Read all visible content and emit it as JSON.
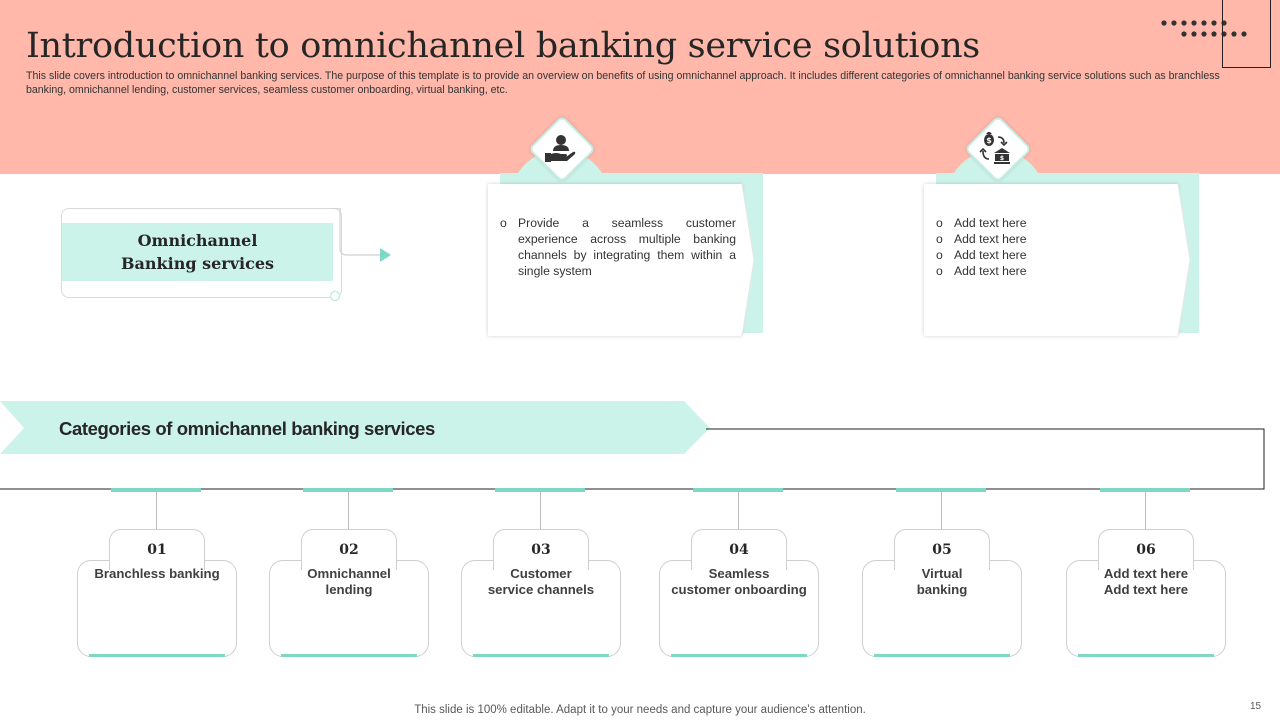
{
  "header": {
    "title": "Introduction to omnichannel banking service solutions",
    "subtitle": "This slide covers introduction to omnichannel banking services. The purpose of this template is to provide an overview on benefits of using omnichannel approach. It includes different categories of omnichannel banking service solutions such as branchless banking, omnichannel lending, customer services, seamless customer onboarding, virtual banking, etc."
  },
  "omnichannel_box": {
    "line1": "Omnichannel",
    "line2": "Banking services"
  },
  "cards": [
    {
      "icon": "hand-holding-person-icon",
      "bullet": "o",
      "items": [
        "Provide a seamless customer experience across multiple banking channels by integrating them within a single system"
      ]
    },
    {
      "icon": "money-exchange-bank-icon",
      "bullet": "o",
      "items": [
        "Add text here",
        "Add text here",
        "Add text here",
        "Add text here"
      ]
    }
  ],
  "categories_banner": {
    "label": "Categories of omnichannel banking services"
  },
  "categories": [
    {
      "number": "01",
      "line1": "Branchless banking",
      "line2": ""
    },
    {
      "number": "02",
      "line1": "Omnichannel",
      "line2": "lending"
    },
    {
      "number": "03",
      "line1": "Customer",
      "line2": "service channels"
    },
    {
      "number": "04",
      "line1": "Seamless",
      "line2": "customer onboarding"
    },
    {
      "number": "05",
      "line1": "Virtual",
      "line2": "banking"
    },
    {
      "number": "06",
      "line1": "Add text here",
      "line2": "Add text here"
    }
  ],
  "footer": {
    "text": "This slide is 100% editable. Adapt it to your needs and capture your audience's attention.",
    "page_number": "15"
  },
  "colors": {
    "header_bg": "#ffb8aa",
    "mint": "#ccf3ea",
    "accent_teal": "#7fd8c6",
    "title_text": "#262626"
  }
}
